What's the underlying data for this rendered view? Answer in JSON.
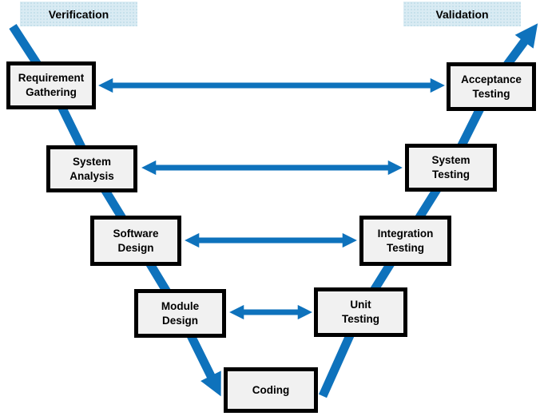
{
  "diagram": {
    "verification_label": "Verification",
    "validation_label": "Validation"
  },
  "boxes": [
    {
      "id": "requirement-gathering",
      "label": "Requirement\nGathering"
    },
    {
      "id": "system-analysis",
      "label": "System\nAnalysis"
    },
    {
      "id": "software-design",
      "label": "Software\nDesign"
    },
    {
      "id": "module-design",
      "label": "Module\nDesign"
    },
    {
      "id": "coding",
      "label": "Coding"
    },
    {
      "id": "unit-testing",
      "label": "Unit\nTesting"
    },
    {
      "id": "integration-testing",
      "label": "Integration\nTesting"
    },
    {
      "id": "system-testing",
      "label": "System\nTesting"
    },
    {
      "id": "acceptance-testing",
      "label": "Acceptance\nTesting"
    }
  ],
  "flow": {
    "verification_path": [
      "Requirement Gathering",
      "System Analysis",
      "Software Design",
      "Module Design",
      "Coding"
    ],
    "validation_path": [
      "Coding",
      "Unit Testing",
      "Integration Testing",
      "System Testing",
      "Acceptance Testing"
    ]
  },
  "connections": [
    {
      "from": "Requirement Gathering",
      "to": "Acceptance Testing",
      "type": "bidirectional"
    },
    {
      "from": "System Analysis",
      "to": "System Testing",
      "type": "bidirectional"
    },
    {
      "from": "Software Design",
      "to": "Integration Testing",
      "type": "bidirectional"
    },
    {
      "from": "Module Design",
      "to": "Unit Testing",
      "type": "bidirectional"
    }
  ],
  "colors": {
    "arrow-blue": "#0E72BC",
    "box-fill": "#F1F1F1",
    "box-border": "#000000",
    "label-fill": "#D9EBF3",
    "label-dot": "#BFDCE8",
    "text": "#000000"
  }
}
